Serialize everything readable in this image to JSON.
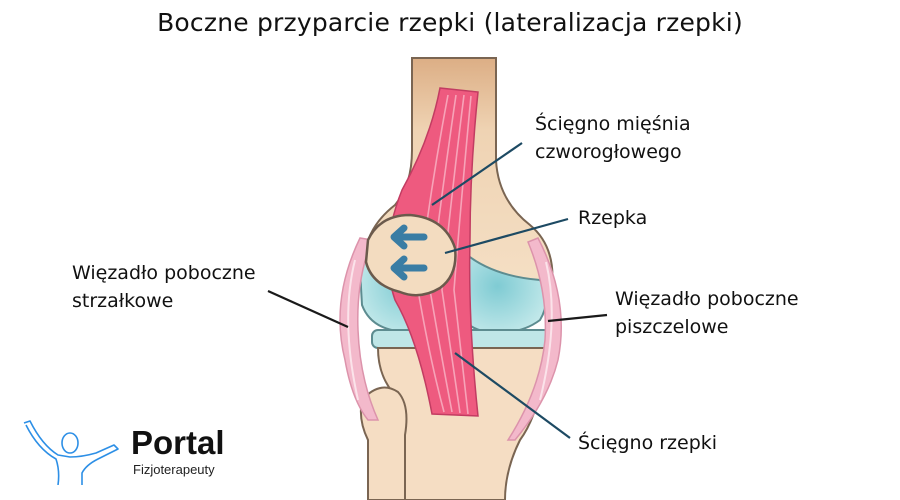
{
  "title": "Boczne przyparcie rzepki (lateralizacja rzepki)",
  "labels": {
    "quadriceps_tendon": {
      "line1": "Ścięgno mięśnia",
      "line2": "czworogłowego"
    },
    "patella": {
      "line1": "Rzepka"
    },
    "lateral_collateral": {
      "line1": "Więzadło poboczne",
      "line2": "strzałkowe"
    },
    "medial_collateral": {
      "line1": "Więzadło poboczne",
      "line2": "piszczelowe"
    },
    "patellar_tendon": {
      "line1": "Ścięgno rzepki"
    }
  },
  "icons": {
    "patella_arrows": "arrow-left-icon",
    "logo": "person-arms-raised-icon"
  },
  "logo": {
    "name": "Portal",
    "subtitle": "Fizjoterapeuty"
  },
  "colors": {
    "bone": "#f3dcc0",
    "bone_shade": "#e2bb92",
    "cartilage": "#a9dcdf",
    "tendon": "#ee5a7f",
    "ligament": "#f3b9cb",
    "pointer": "#1d4a63",
    "arrow": "#3a7da4",
    "logo_blue": "#2d8fe6"
  }
}
